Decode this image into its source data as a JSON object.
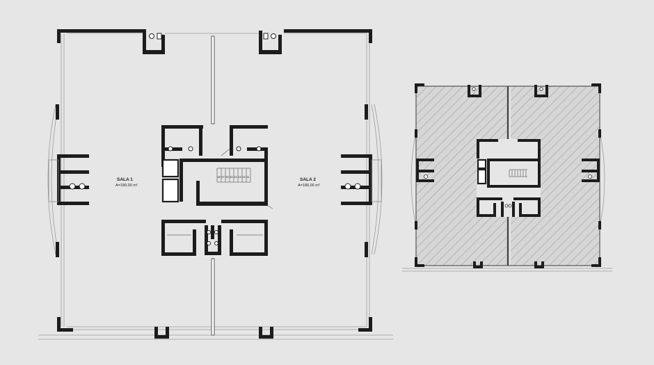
{
  "plan": {
    "room1": {
      "name": "SALA 1",
      "area": "A=180,00 m²"
    },
    "room2": {
      "name": "SALA 2",
      "area": "A=180,00 m²"
    },
    "stair_numbers": [
      "18",
      "17",
      "16",
      "15",
      "14",
      "13",
      "12",
      "11"
    ]
  }
}
